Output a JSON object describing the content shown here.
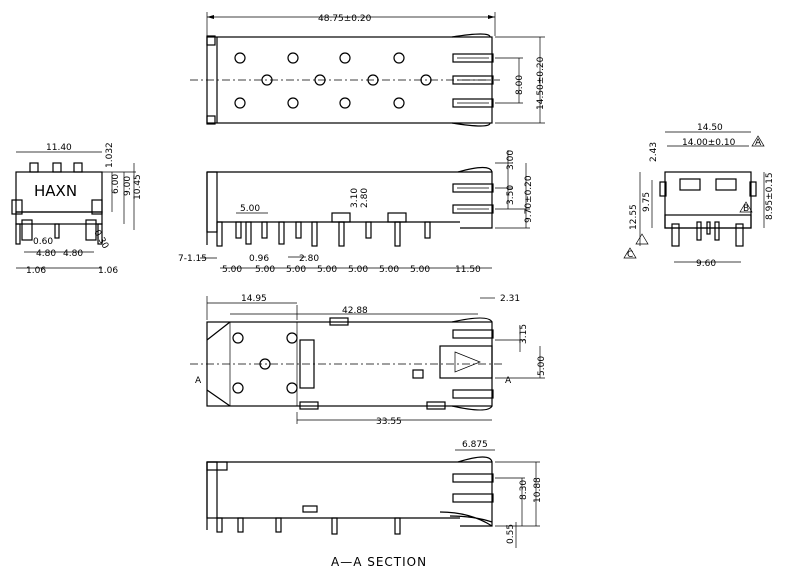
{
  "brand": "HAXN",
  "section_label": "A—A   SECTION",
  "section_marker": "A",
  "datum_marks": [
    "A",
    "B",
    "C"
  ],
  "views": {
    "top": {
      "dims": [
        "48.75±0.20",
        "8.00",
        "14.50±0.20"
      ]
    },
    "side": {
      "dims": [
        "3.00",
        "3.50",
        "9.70±0.20",
        "3.10",
        "2.80",
        "5.00",
        "7-1.15",
        "0.96",
        "2.80",
        "5.00",
        "5.00",
        "5.00",
        "5.00",
        "5.00",
        "5.00",
        "5.00",
        "11.50"
      ]
    },
    "left_end": {
      "dims": [
        "11.40",
        "1.032",
        "6.00",
        "9.00",
        "10.45",
        "0.60",
        "4.80",
        "4.80",
        "0.30",
        "1.06",
        "1.06"
      ]
    },
    "right_end": {
      "dims": [
        "14.50",
        "14.00±0.10",
        "2.43",
        "12.55",
        "9.75",
        "8.95±0.15",
        "9.60"
      ]
    },
    "bottom": {
      "dims": [
        "14.95",
        "42.88",
        "2.31",
        "3.15",
        "5.00",
        "33.55"
      ]
    },
    "section": {
      "dims": [
        "6.875",
        "8.30",
        "10.88",
        "0.55"
      ]
    }
  }
}
